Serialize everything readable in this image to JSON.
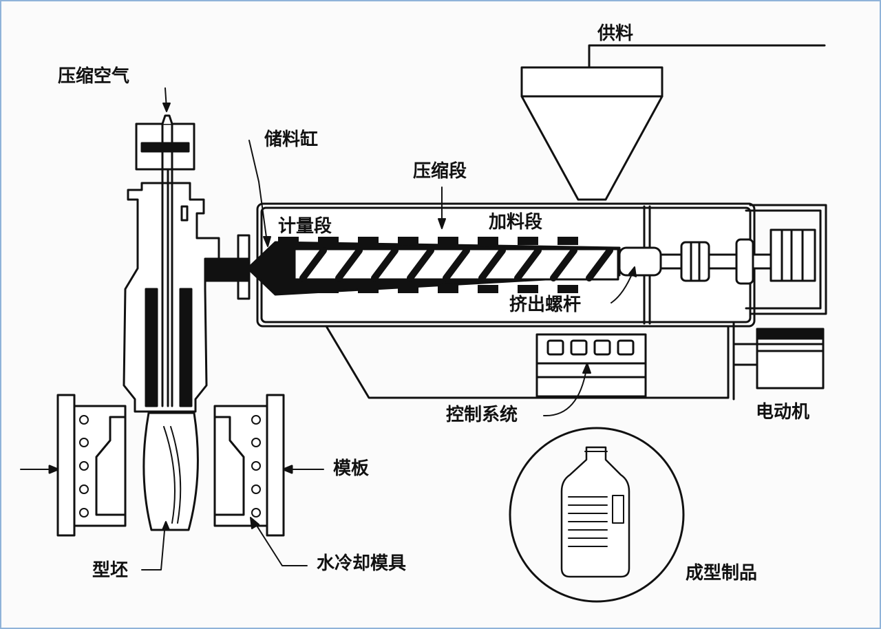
{
  "diagram": {
    "labels": {
      "feed": "供料",
      "compressed_air": "压缩空气",
      "reservoir": "储料缸",
      "compression_zone": "压缩段",
      "metering_zone": "计量段",
      "feed_zone": "加料段",
      "extruder_screw": "挤出螺杆",
      "control_system": "控制系统",
      "motor": "电动机",
      "mold_plate": "模板",
      "parison": "型坯",
      "water_cooled_mold": "水冷却模具",
      "formed_product": "成型制品"
    },
    "colors": {
      "line": "#111111",
      "border": "#8fb3d9",
      "background": "#fbfbfb"
    }
  }
}
